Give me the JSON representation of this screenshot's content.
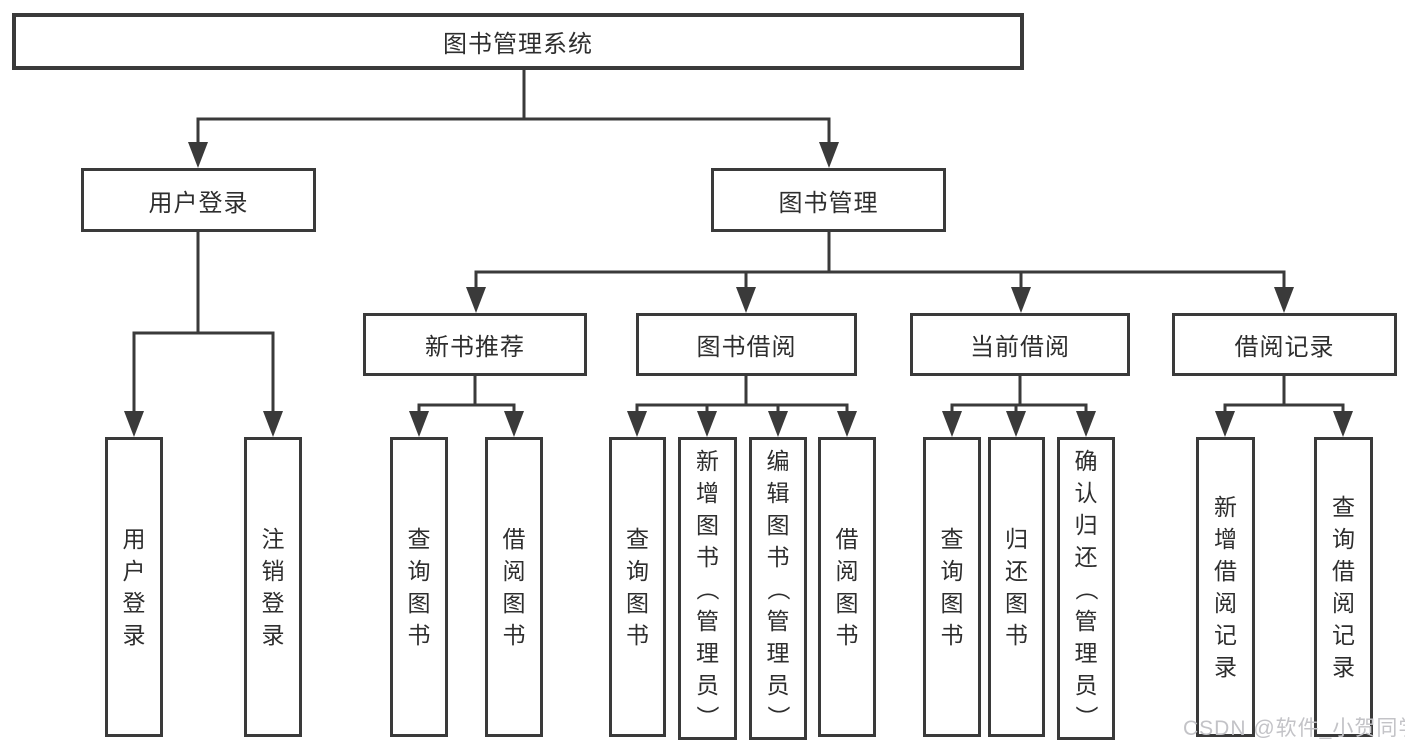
{
  "diagram": {
    "root": {
      "label": "图书管理系统"
    },
    "level2": [
      {
        "label": "用户登录",
        "children": [
          {
            "label": "用户登录"
          },
          {
            "label": "注销登录"
          }
        ]
      },
      {
        "label": "图书管理",
        "children": [
          {
            "label": "新书推荐",
            "children": [
              {
                "label": "查询图书"
              },
              {
                "label": "借阅图书"
              }
            ]
          },
          {
            "label": "图书借阅",
            "children": [
              {
                "label": "查询图书"
              },
              {
                "label": "新增图书（管理员）"
              },
              {
                "label": "编辑图书（管理员）"
              },
              {
                "label": "借阅图书"
              }
            ]
          },
          {
            "label": "当前借阅",
            "children": [
              {
                "label": "查询图书"
              },
              {
                "label": "归还图书"
              },
              {
                "label": "确认归还（管理员）"
              }
            ]
          },
          {
            "label": "借阅记录",
            "children": [
              {
                "label": "新增借阅记录"
              },
              {
                "label": "查询借阅记录"
              }
            ]
          }
        ]
      }
    ]
  },
  "watermark": {
    "text": "CSDN @软件_小贺同学"
  },
  "colors": {
    "line": "#3a3a3a",
    "text": "#2e2e2e",
    "box_background": "#ffffff",
    "watermark": "#c3c3c7"
  }
}
